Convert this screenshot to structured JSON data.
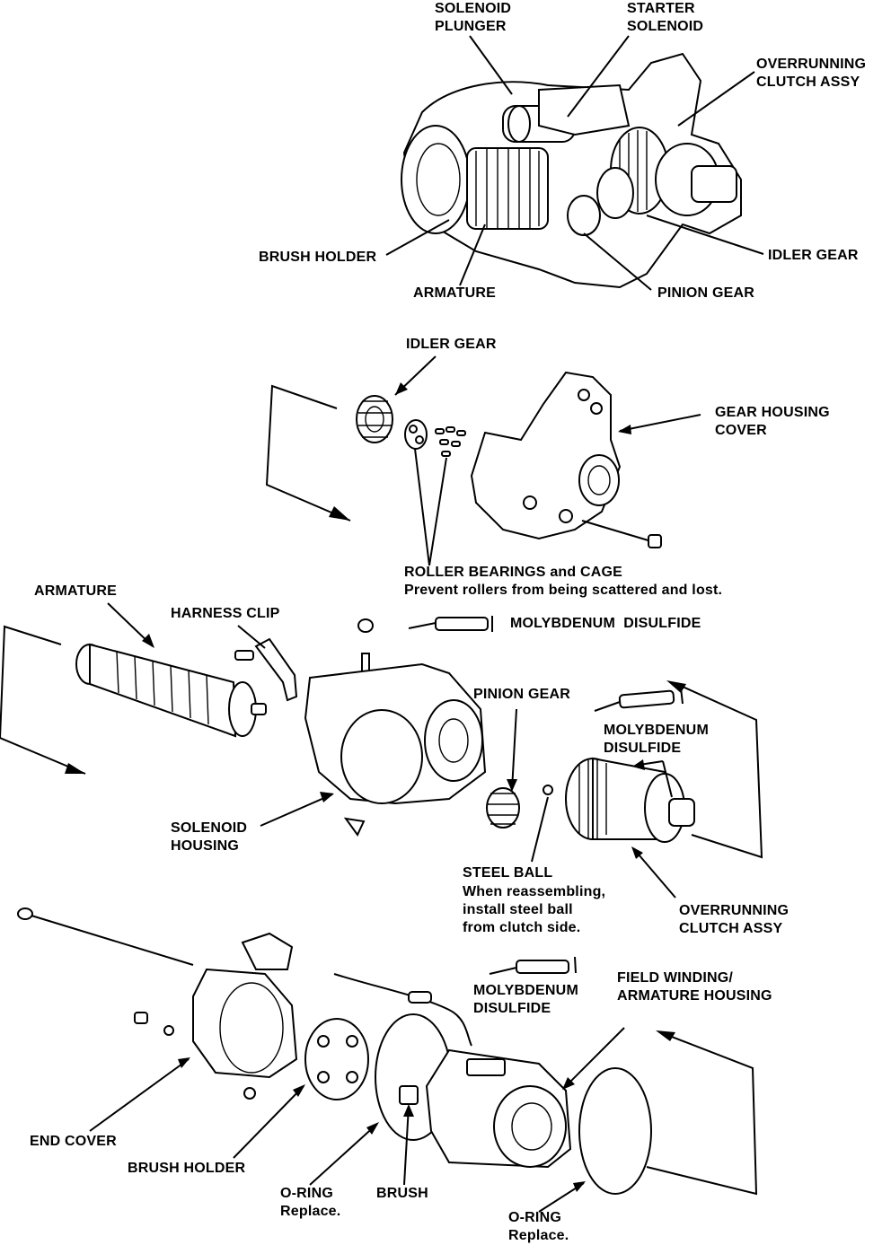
{
  "labels": {
    "solenoid_plunger": "SOLENOID\nPLUNGER",
    "starter_solenoid": "STARTER\nSOLENOID",
    "overrunning_clutch_top": "OVERRUNNING\nCLUTCH ASSY",
    "brush_holder_top": "BRUSH HOLDER",
    "idler_gear_top": "IDLER GEAR",
    "armature_top": "ARMATURE",
    "pinion_gear_top": "PINION GEAR",
    "idler_gear_mid": "IDLER GEAR",
    "gear_housing_cover": "GEAR HOUSING\nCOVER",
    "roller_bearings": "ROLLER BEARINGS and CAGE",
    "roller_bearings_note": "Prevent rollers from being scattered and lost.",
    "armature_mid": "ARMATURE",
    "harness_clip": "HARNESS CLIP",
    "molybdenum_1": "MOLYBDENUM  DISULFIDE",
    "pinion_gear_mid": "PINION GEAR",
    "molybdenum_2": "MOLYBDENUM\nDISULFIDE",
    "solenoid_housing": "SOLENOID\nHOUSING",
    "steel_ball": "STEEL BALL",
    "steel_ball_note": "When reassembling,\ninstall steel ball\nfrom clutch side.",
    "overrunning_clutch_mid": "OVERRUNNING\nCLUTCH ASSY",
    "field_winding": "FIELD WINDING/\nARMATURE HOUSING",
    "molybdenum_3": "MOLYBDENUM\nDISULFIDE",
    "end_cover": "END COVER",
    "brush_holder_bottom": "BRUSH HOLDER",
    "o_ring_1": "O-RING\nReplace.",
    "brush": "BRUSH",
    "o_ring_2": "O-RING\nReplace."
  }
}
